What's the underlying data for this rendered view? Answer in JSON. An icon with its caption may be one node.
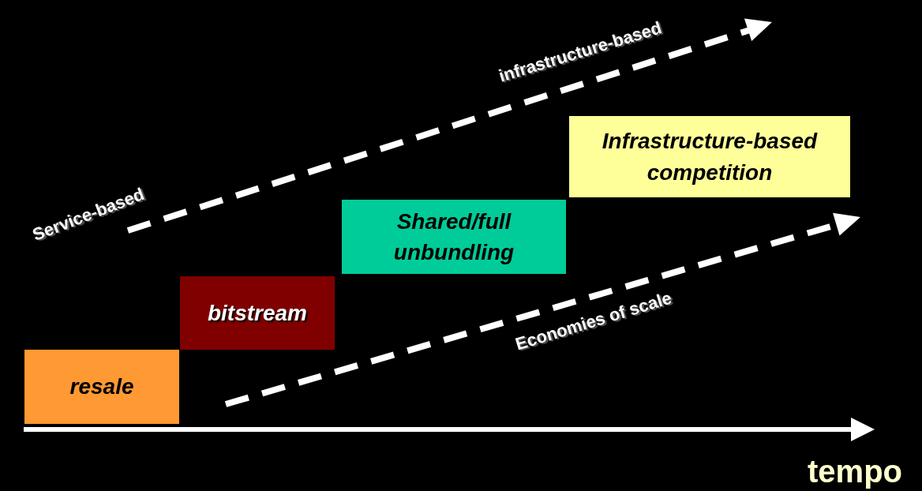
{
  "diagram": {
    "nodes": [
      {
        "text": [
          "resale"
        ]
      },
      {
        "text": [
          "bitstream"
        ]
      },
      {
        "text": [
          "Shared/full unbundling"
        ]
      },
      {
        "text": [
          "Infrastructure-based competition"
        ]
      }
    ],
    "labels": [
      "infrastructure-based",
      "Service-based",
      "Economies of scale",
      "tempo"
    ]
  }
}
